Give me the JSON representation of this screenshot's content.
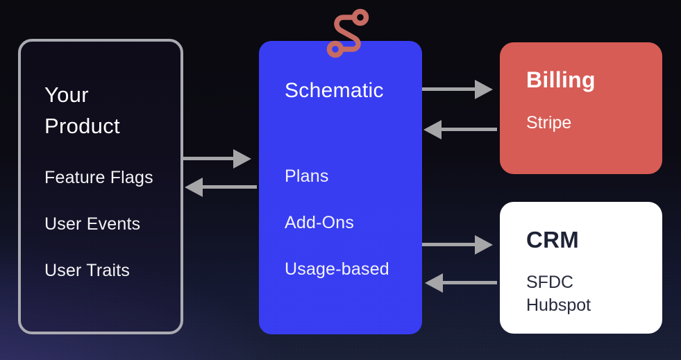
{
  "diagram": {
    "background": {
      "top_color": "#0a0a0f",
      "bottom_left_color": "#2a2456",
      "bottom_right_color": "#1a2036"
    },
    "arrow_color": "#a6a6a9",
    "logo": {
      "name": "schematic-squiggle-logo",
      "color": "#c76b63"
    },
    "nodes": {
      "product": {
        "title": "Your\nProduct",
        "items": [
          "Feature Flags",
          "User Events",
          "User Traits"
        ],
        "border_color": "#aaabb2"
      },
      "schematic": {
        "title": "Schematic",
        "items": [
          "Plans",
          "Add-Ons",
          "Usage-based"
        ],
        "fill_color": "#383df2",
        "text_color": "#ffffff"
      },
      "billing": {
        "title": "Billing",
        "subtitle": "Stripe",
        "fill_color": "#d75c55",
        "text_color": "#ffffff"
      },
      "crm": {
        "title": "CRM",
        "subtitle": "SFDC\nHubspot",
        "fill_color": "#ffffff",
        "text_color": "#1e2235"
      }
    },
    "connections": [
      {
        "from": "Your Product",
        "to": "Schematic",
        "direction": "right"
      },
      {
        "from": "Schematic",
        "to": "Your Product",
        "direction": "left"
      },
      {
        "from": "Schematic",
        "to": "Billing",
        "direction": "right"
      },
      {
        "from": "Billing",
        "to": "Schematic",
        "direction": "left"
      },
      {
        "from": "Schematic",
        "to": "CRM",
        "direction": "right"
      },
      {
        "from": "CRM",
        "to": "Schematic",
        "direction": "left"
      }
    ]
  }
}
